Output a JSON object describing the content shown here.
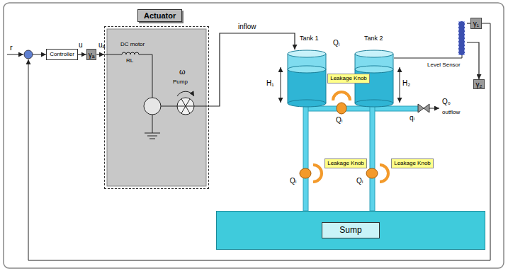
{
  "diagram": {
    "nodes": [
      {
        "text": [
          "Controller"
        ]
      },
      {
        "text": [
          "γₐ"
        ]
      },
      {
        "text": [
          "Actuator"
        ]
      },
      {
        "text": [
          "Tank 1"
        ]
      },
      {
        "text": [
          "Tank 2"
        ]
      },
      {
        "text": [
          "Leakage Knob"
        ]
      },
      {
        "text": [
          "Leakage Knob"
        ]
      },
      {
        "text": [
          "Leakage Knob"
        ]
      },
      {
        "text": [
          "Level Sensor"
        ]
      },
      {
        "text": [
          "γ₁"
        ]
      },
      {
        "text": [
          "γ₂"
        ]
      },
      {
        "text": [
          "Sump"
        ]
      }
    ],
    "edges": [
      {
        "from": 0,
        "to": 1,
        "label": "u",
        "arrow": "to"
      },
      {
        "from": 1,
        "to": 2,
        "label": "uₐ",
        "arrow": "to"
      },
      {
        "from": 2,
        "to": 3,
        "label": "inflow",
        "arrow": "to"
      },
      {
        "from": 8,
        "to": 9,
        "arrow": "none"
      },
      {
        "from": 8,
        "to": 10,
        "arrow": "to"
      }
    ],
    "labels": [
      "r",
      "DC motor",
      "RL",
      "ω",
      "Pump",
      "Qᵢ",
      "H₁",
      "H₂",
      "Qₗ",
      "Qₗ",
      "Qₗ",
      "qₗ",
      "Q₀",
      "outflow"
    ]
  }
}
